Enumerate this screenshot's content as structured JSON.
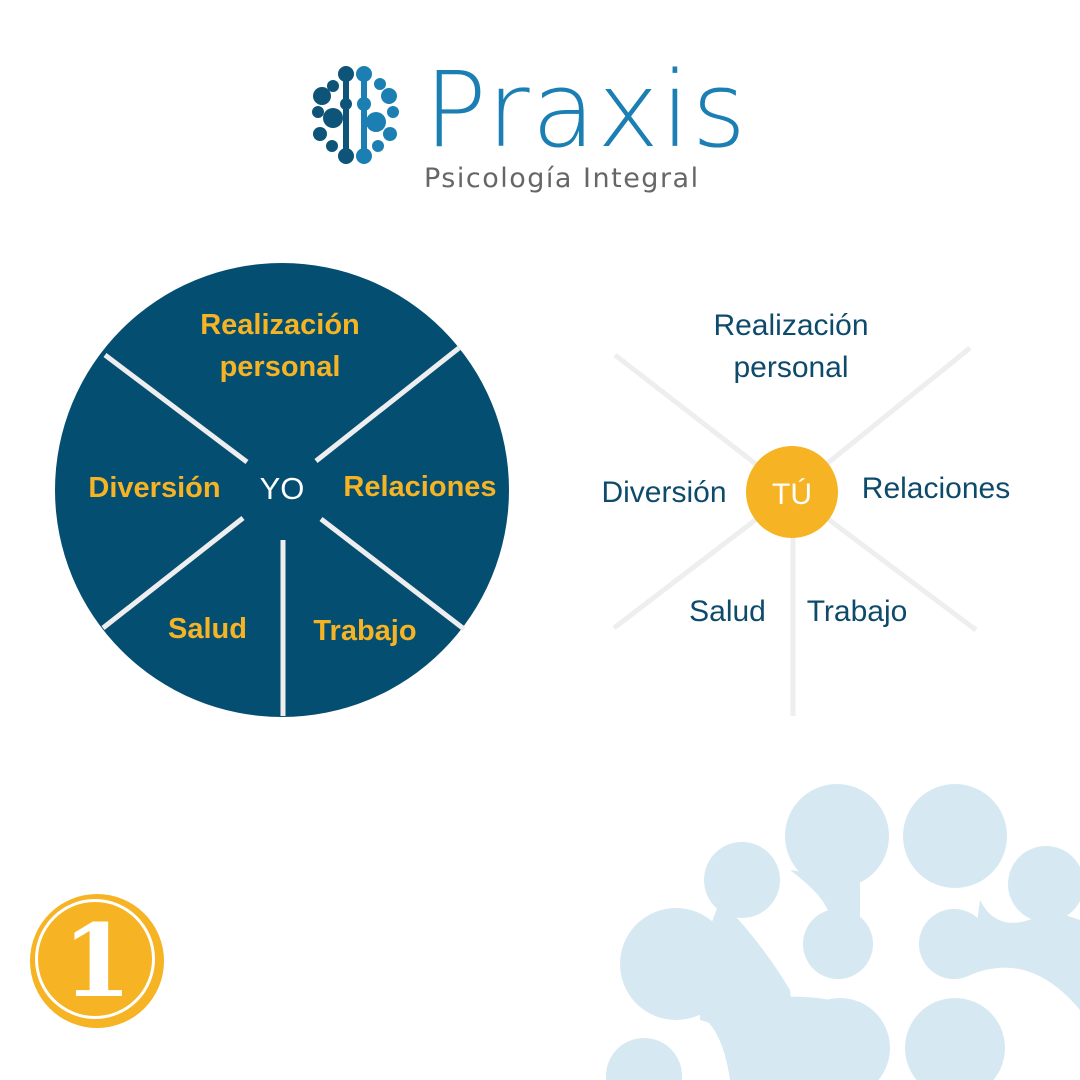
{
  "logo": {
    "name": "Praxis",
    "tagline": "Psicología Integral"
  },
  "colors": {
    "dark_blue": "#044e72",
    "accent": "#f6b323",
    "blob": "#d6e8f2",
    "line": "#eeeeee"
  },
  "left_wheel": {
    "center": "YO",
    "segments": {
      "top": "Realización personal",
      "left": "Diversión",
      "right": "Relaciones",
      "bottom_left": "Salud",
      "bottom_right": "Trabajo"
    }
  },
  "right_wheel": {
    "center": "TÚ",
    "segments": {
      "top": "Realización personal",
      "left": "Diversión",
      "right": "Relaciones",
      "bottom_left": "Salud",
      "bottom_right": "Trabajo"
    }
  },
  "badge": {
    "number": "1"
  }
}
